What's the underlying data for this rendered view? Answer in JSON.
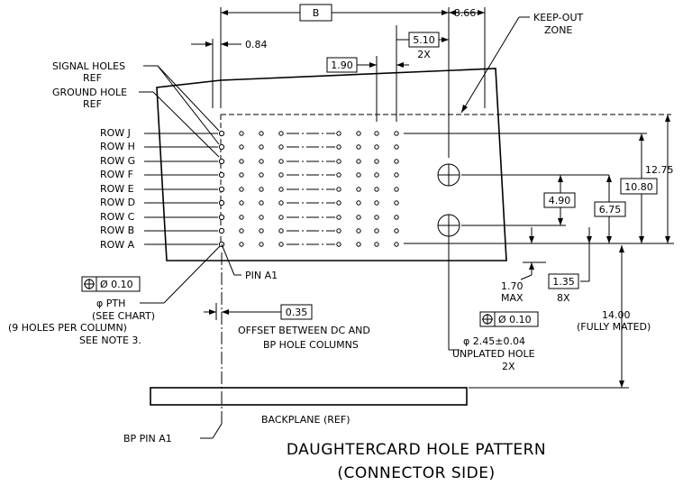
{
  "dimensions": {
    "b_box": "B",
    "d_8_66": "8.66",
    "d_0_84": "0.84",
    "d_5_10": "5.10",
    "d_5_10_qty": "2X",
    "d_1_90": "1.90",
    "d_12_75": "12.75",
    "d_10_80": "10.80",
    "d_6_75": "6.75",
    "d_4_90": "4.90",
    "d_1_70": "1.70",
    "d_1_70_max": "MAX",
    "d_1_35": "1.35",
    "d_1_35_qty": "8X",
    "d_14_00": "14.00",
    "d_14_00_note": "(FULLY MATED)",
    "d_0_35": "0.35"
  },
  "labels": {
    "keep_out_1": "KEEP-OUT",
    "keep_out_2": "ZONE",
    "signal_holes_1": "SIGNAL HOLES",
    "signal_holes_2": "REF",
    "ground_hole_1": "GROUND HOLE",
    "ground_hole_2": "REF",
    "pin_a1": "PIN A1",
    "pth_tol": "Ø 0.10",
    "pth_1": "φ PTH",
    "pth_2": "(SEE CHART)",
    "pth_3": "(9 HOLES PER COLUMN)",
    "pth_4": "SEE NOTE 3.",
    "offset_1": "OFFSET BETWEEN DC AND",
    "offset_2": "BP HOLE COLUMNS",
    "unplated_tol": "Ø 0.10",
    "unplated_1": "φ 2.45±0.04",
    "unplated_2": "UNPLATED HOLE",
    "unplated_3": "2X",
    "backplane": "BACKPLANE (REF)",
    "bp_pin_a1": "BP PIN A1",
    "title_1": "DAUGHTERCARD HOLE PATTERN",
    "title_2": "(CONNECTOR SIDE)"
  },
  "rows": [
    "ROW J",
    "ROW H",
    "ROW G",
    "ROW F",
    "ROW E",
    "ROW D",
    "ROW C",
    "ROW B",
    "ROW A"
  ],
  "icons": {
    "position_symbol": "position-tolerance-icon"
  }
}
